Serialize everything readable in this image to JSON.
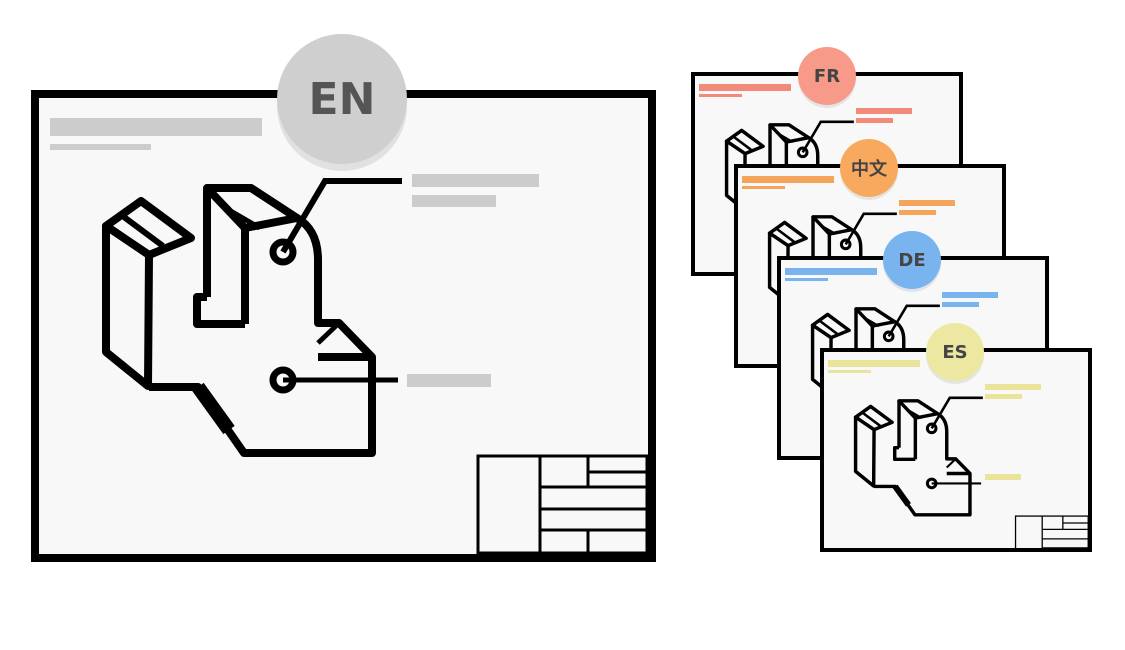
{
  "main_sheet": {
    "language": "EN",
    "badge_color": "#cfcfcf",
    "badge_text_color": "#555555",
    "placeholder_color": "#cccccc"
  },
  "translated_sheets": [
    {
      "language": "FR",
      "badge_color": "#f79a89",
      "placeholder_color": "#f28a7a",
      "text_color": "#444444"
    },
    {
      "language": "中文",
      "badge_color": "#f8a95e",
      "placeholder_color": "#f5a55b",
      "text_color": "#444444"
    },
    {
      "language": "DE",
      "badge_color": "#79b4ef",
      "placeholder_color": "#79b4ef",
      "text_color": "#444444"
    },
    {
      "language": "ES",
      "badge_color": "#ede8a1",
      "placeholder_color": "#e9e49a",
      "text_color": "#444444"
    }
  ]
}
